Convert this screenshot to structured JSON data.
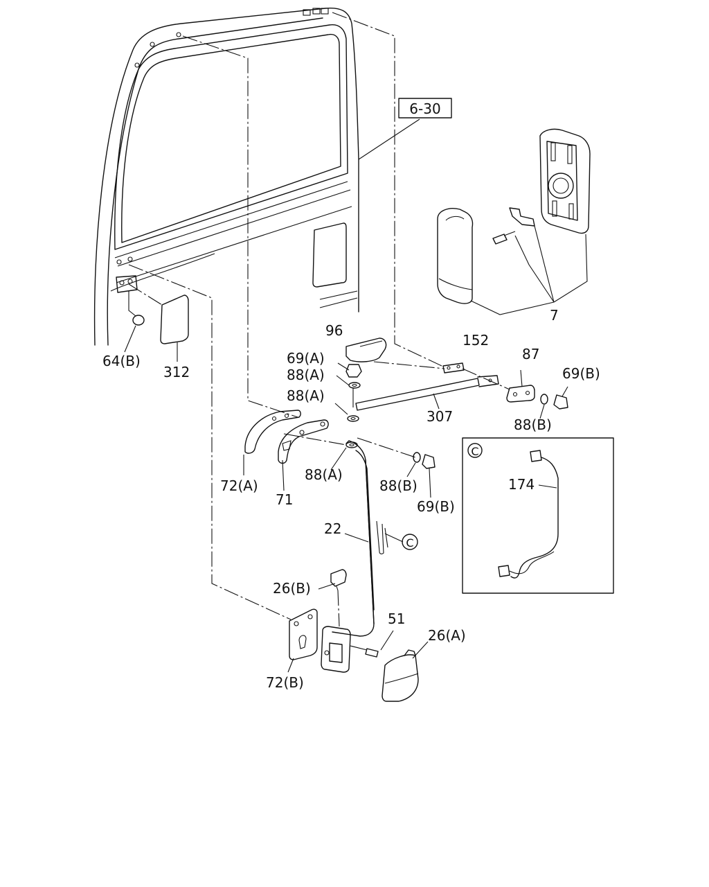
{
  "reference_box": "6-30",
  "inset_marker": "C",
  "callout_marker": "C",
  "labels": {
    "p96": "96",
    "p152": "152",
    "p87": "87",
    "p69b_top": "69(B)",
    "p69a": "69(A)",
    "p88a_1": "88(A)",
    "p88a_2": "88(A)",
    "p88a_3": "88(A)",
    "p307": "307",
    "p88b_1": "88(B)",
    "p88b_2": "88(B)",
    "p69b_mid": "69(B)",
    "p72a": "72(A)",
    "p71": "71",
    "p22": "22",
    "p26b": "26(B)",
    "p51": "51",
    "p26a": "26(A)",
    "p72b": "72(B)",
    "p64b": "64(B)",
    "p312": "312",
    "p7": "7",
    "p174": "174"
  }
}
